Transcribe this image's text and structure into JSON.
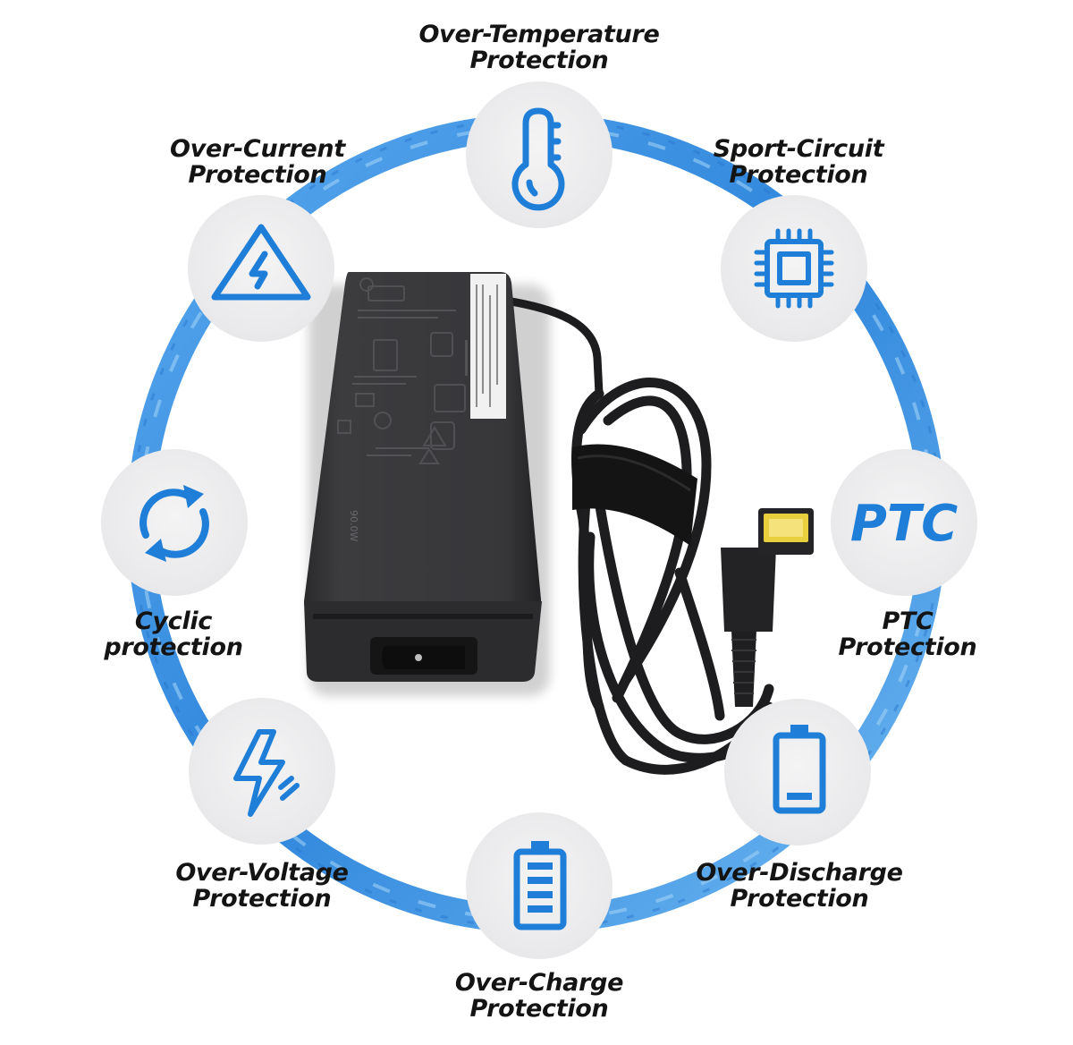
{
  "accent_color": "#1e7ed8",
  "ring_color": "#3a8fe0",
  "features": [
    {
      "id": "over-temperature",
      "line1": "Over-Temperature",
      "line2": "Protection",
      "icon": "thermometer-icon"
    },
    {
      "id": "short-circuit",
      "line1": "Sport-Circuit",
      "line2": "Protection",
      "icon": "chip-icon"
    },
    {
      "id": "ptc",
      "line1": "PTC",
      "line2": "Protection",
      "icon": "ptc-text-icon",
      "icon_text": "PTC"
    },
    {
      "id": "over-discharge",
      "line1": "Over-Discharge",
      "line2": "Protection",
      "icon": "battery-low-icon"
    },
    {
      "id": "over-charge",
      "line1": "Over-Charge",
      "line2": "Protection",
      "icon": "battery-full-icon"
    },
    {
      "id": "over-voltage",
      "line1": "Over-Voltage",
      "line2": "Protection",
      "icon": "lightning-bolt-icon"
    },
    {
      "id": "cyclic",
      "line1": "Cyclic",
      "line2": "protection",
      "icon": "cycle-arrows-icon"
    },
    {
      "id": "over-current",
      "line1": "Over-Current",
      "line2": "Protection",
      "icon": "warning-lightning-icon"
    }
  ],
  "adapter": {
    "rating_text": "90.0W"
  }
}
